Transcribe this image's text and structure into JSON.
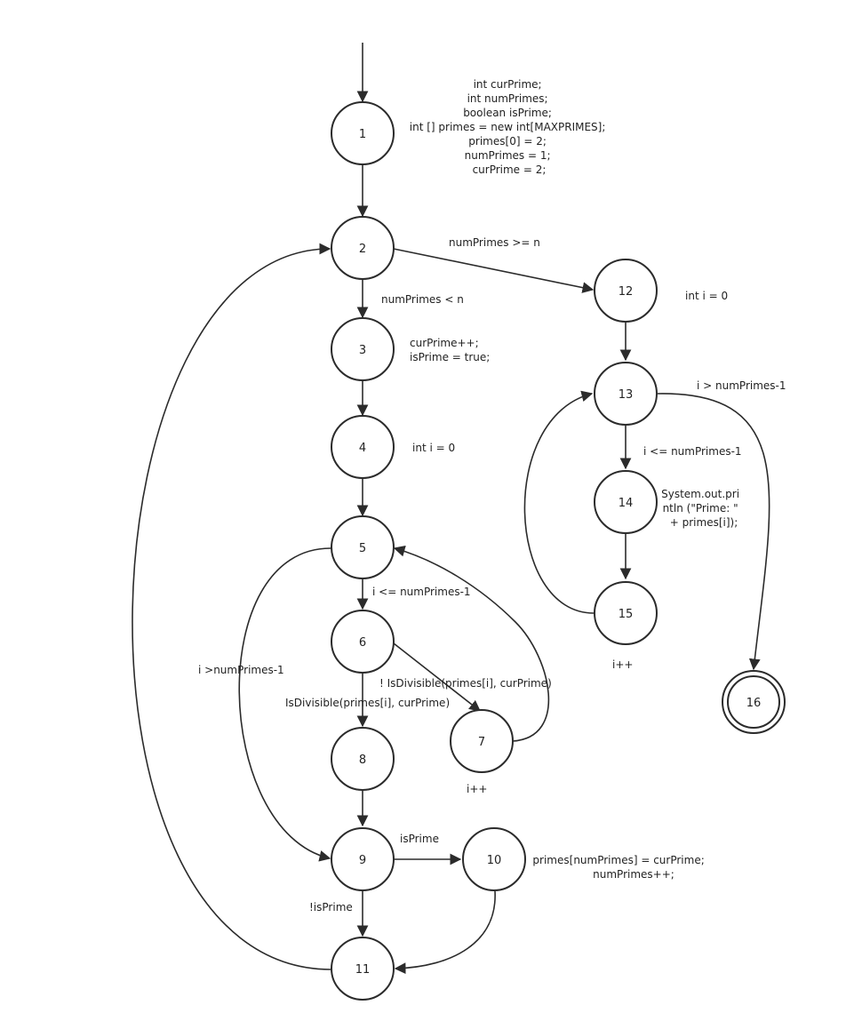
{
  "nodes": [
    {
      "id": "1",
      "label": "1"
    },
    {
      "id": "2",
      "label": "2"
    },
    {
      "id": "3",
      "label": "3"
    },
    {
      "id": "4",
      "label": "4"
    },
    {
      "id": "5",
      "label": "5"
    },
    {
      "id": "6",
      "label": "6"
    },
    {
      "id": "7",
      "label": "7"
    },
    {
      "id": "8",
      "label": "8"
    },
    {
      "id": "9",
      "label": "9"
    },
    {
      "id": "10",
      "label": "10"
    },
    {
      "id": "11",
      "label": "11"
    },
    {
      "id": "12",
      "label": "12"
    },
    {
      "id": "13",
      "label": "13"
    },
    {
      "id": "14",
      "label": "14"
    },
    {
      "id": "15",
      "label": "15"
    },
    {
      "id": "16",
      "label": "16"
    }
  ],
  "edges": {
    "e_2_12": "numPrimes >= n",
    "e_2_3": "numPrimes < n",
    "e_13_16": "i > numPrimes-1",
    "e_13_14": "i <= numPrimes-1",
    "e_5_6": "i <= numPrimes-1",
    "e_5_9": "i >numPrimes-1",
    "e_6_7": "! IsDivisible(primes[i], curPrime)",
    "e_6_8": "IsDivisible(primes[i], curPrime)",
    "e_9_10": "isPrime",
    "e_9_11": "!isPrime"
  },
  "annotations": {
    "n1": [
      "int curPrime;",
      "int numPrimes;",
      "boolean isPrime;",
      "int [] primes = new int[MAXPRIMES];",
      "primes[0] = 2;",
      "numPrimes = 1;",
      "curPrime = 2;"
    ],
    "n3": [
      "curPrime++;",
      " isPrime = true;"
    ],
    "n4": [
      "int i = 0"
    ],
    "n7": [
      "i++"
    ],
    "n10": [
      "primes[numPrimes] = curPrime;",
      "numPrimes++;"
    ],
    "n12": [
      "int i = 0"
    ],
    "n14": [
      "System.out.pri",
      "ntln (\"Prime: \"",
      "+ primes[i]);"
    ],
    "n15": [
      "i++"
    ]
  }
}
